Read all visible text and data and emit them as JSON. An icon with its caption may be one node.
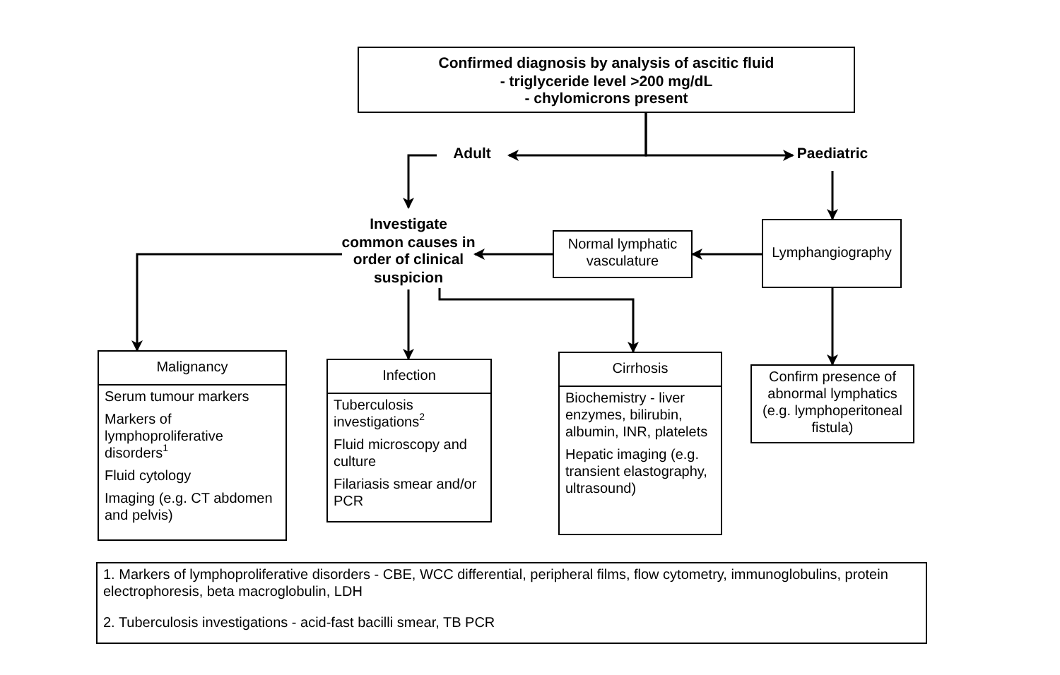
{
  "diagram": {
    "nodes": [
      {
        "text": [
          "Confirmed diagnosis by analysis of ascitic fluid",
          "- triglyceride level >200 mg/dL",
          "- chylomicrons present"
        ]
      },
      {
        "text": [
          "Adult"
        ]
      },
      {
        "text": [
          "Paediatric"
        ]
      },
      {
        "text": [
          "Investigate common causes in order of clinical suspicion"
        ]
      },
      {
        "text": [
          "Normal lymphatic vasculature"
        ]
      },
      {
        "text": [
          "Lymphangiography"
        ]
      },
      {
        "text": [
          "Malignancy",
          "Serum tumour markers",
          "Markers of lymphoproliferative disorders$^{1}$",
          "Fluid cytology",
          "Imaging (e.g. CT abdomen and pelvis)"
        ]
      },
      {
        "text": [
          "Infection",
          "Tuberculosis investigations$^{2}$",
          "Fluid microscopy and culture",
          "Filariasis smear and/or PCR"
        ]
      },
      {
        "text": [
          "Cirrhosis",
          "Biochemistry - liver enzymes, bilirubin, albumin, INR, platelets",
          "Hepatic imaging (e.g. transient elastography, ultrasound)"
        ]
      },
      {
        "text": [
          "Confirm presence of abnormal lymphatics (e.g. lymphoperitoneal fistula)"
        ]
      },
      {
        "text": [
          "1. Markers of lymphoproliferative disorders - CBE, WCC differential, peripheral films, flow cytometry, immunoglobulins, protein electrophoresis, beta macroglobulin, LDH",
          "2. Tuberculosis investigations - acid-fast bacilli smear, TB PCR"
        ]
      }
    ],
    "edges": [
      {
        "from": 0,
        "to": 1,
        "arrow": "to"
      },
      {
        "from": 0,
        "to": 2,
        "arrow": "to"
      },
      {
        "from": 1,
        "to": 3,
        "arrow": "to"
      },
      {
        "from": 2,
        "to": 5,
        "arrow": "to"
      },
      {
        "from": 5,
        "to": 4,
        "arrow": "to"
      },
      {
        "from": 4,
        "to": 3,
        "arrow": "to"
      },
      {
        "from": 3,
        "to": 6,
        "arrow": "to"
      },
      {
        "from": 3,
        "to": 7,
        "arrow": "to"
      },
      {
        "from": 3,
        "to": 8,
        "arrow": "to"
      },
      {
        "from": 5,
        "to": 9,
        "arrow": "to"
      }
    ]
  }
}
